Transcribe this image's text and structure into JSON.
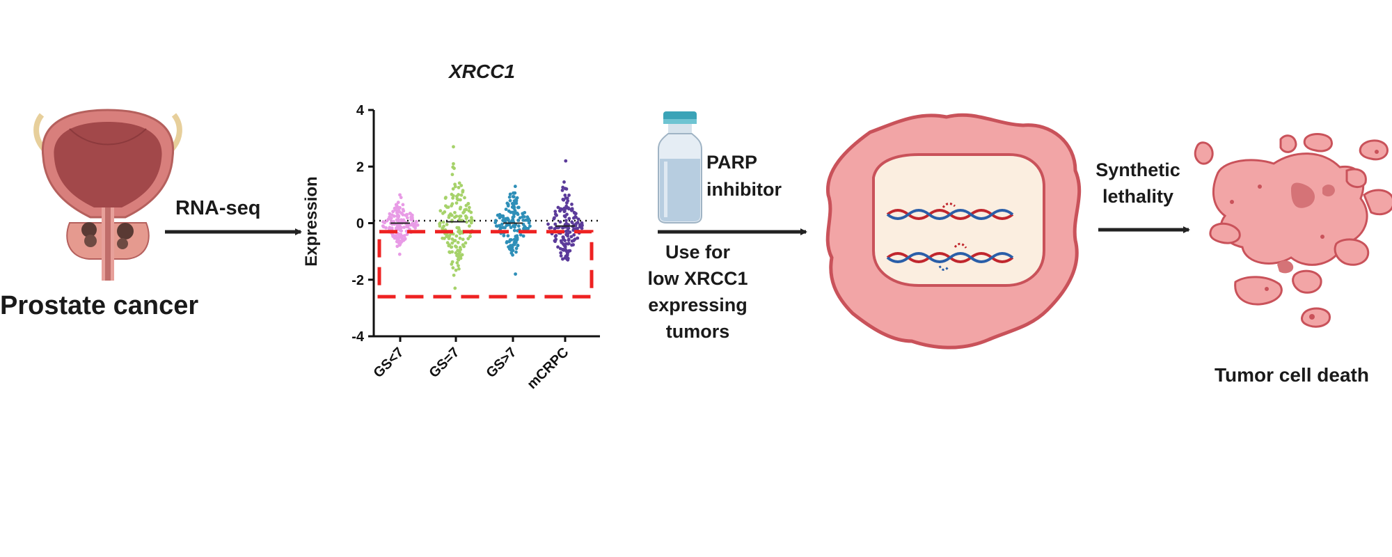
{
  "labels": {
    "prostate": "Prostate cancer",
    "rnaseq": "RNA-seq",
    "parp_line1": "PARP",
    "parp_line2": "inhibitor",
    "use_line1": "Use for",
    "use_line2": "low XRCC1",
    "use_line3": "expressing",
    "use_line4": "tumors",
    "synth_line1": "Synthetic",
    "synth_line2": "lethality",
    "death": "Tumor cell death"
  },
  "chart_data": {
    "type": "scatter",
    "title": "XRCC1",
    "ylabel": "Expression",
    "xlabel": "",
    "categories": [
      "GS<7",
      "GS=7",
      "GS>7",
      "mCRPC"
    ],
    "ylim": [
      -4,
      4
    ],
    "yticks": [
      -4,
      -2,
      0,
      2,
      4
    ],
    "reference_line": 0,
    "series": [
      {
        "name": "GS<7",
        "color": "#e89be6",
        "center": 0.0,
        "min": -1.1,
        "max": 1.0
      },
      {
        "name": "GS=7",
        "color": "#a6d26a",
        "center": 0.05,
        "min": -2.3,
        "max": 2.7
      },
      {
        "name": "GS>7",
        "color": "#2e8fb8",
        "center": 0.0,
        "min": -1.8,
        "max": 1.3
      },
      {
        "name": "mCRPC",
        "color": "#5b3b9a",
        "center": -0.1,
        "min": -1.3,
        "max": 2.2
      }
    ],
    "highlight_box_y": [
      -2.6,
      -0.3
    ],
    "highlight_color": "#ee2222"
  },
  "colors": {
    "arrow": "#222222",
    "cell_outer": "#f2a5a6",
    "cell_border": "#c9525a",
    "nucleus": "#fbeee0",
    "dna_red": "#c0262d",
    "dna_blue": "#2a5ea8"
  }
}
